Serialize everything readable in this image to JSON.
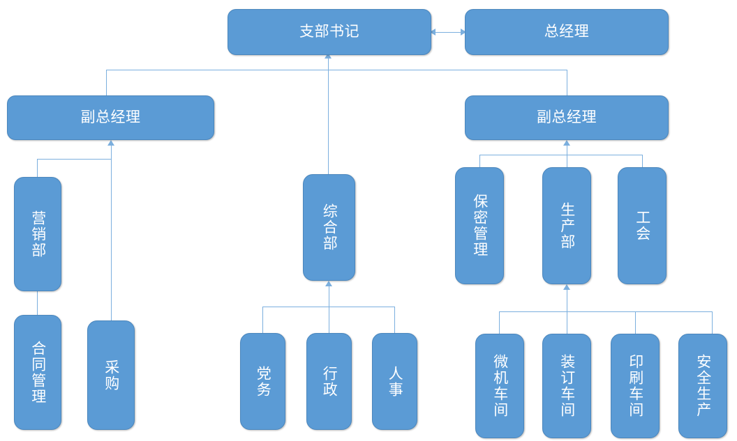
{
  "chart_data": {
    "type": "diagram",
    "diagram_kind": "organizational-chart",
    "title": "",
    "orientation": "top-down",
    "accent_color": "#5B9BD5",
    "connector_color": "#7BAFDE",
    "text_color": "#FFFFFF",
    "nodes": [
      {
        "id": "branch_secretary",
        "label": "支部书记",
        "level": 1,
        "text_orientation": "horizontal"
      },
      {
        "id": "general_manager",
        "label": "总经理",
        "level": 1,
        "text_orientation": "horizontal"
      },
      {
        "id": "deputy_gm_left",
        "label": "副总经理",
        "level": 2,
        "text_orientation": "horizontal"
      },
      {
        "id": "deputy_gm_right",
        "label": "副总经理",
        "level": 2,
        "text_orientation": "horizontal"
      },
      {
        "id": "marketing_dept",
        "label": "营销部",
        "level": 3,
        "text_orientation": "vertical"
      },
      {
        "id": "general_affairs_dept",
        "label": "综合部",
        "level": 3,
        "text_orientation": "vertical"
      },
      {
        "id": "confidentiality_mgmt",
        "label": "保密管理",
        "level": 3,
        "text_orientation": "vertical"
      },
      {
        "id": "production_dept",
        "label": "生产部",
        "level": 3,
        "text_orientation": "vertical"
      },
      {
        "id": "labor_union",
        "label": "工会",
        "level": 3,
        "text_orientation": "vertical"
      },
      {
        "id": "contract_mgmt",
        "label": "合同管理",
        "level": 4,
        "text_orientation": "vertical"
      },
      {
        "id": "procurement",
        "label": "采购",
        "level": 4,
        "text_orientation": "vertical"
      },
      {
        "id": "party_affairs",
        "label": "党务",
        "level": 4,
        "text_orientation": "vertical"
      },
      {
        "id": "administration",
        "label": "行政",
        "level": 4,
        "text_orientation": "vertical"
      },
      {
        "id": "human_resources",
        "label": "人事",
        "level": 4,
        "text_orientation": "vertical"
      },
      {
        "id": "computer_workshop",
        "label": "微机车间",
        "level": 4,
        "text_orientation": "vertical"
      },
      {
        "id": "binding_workshop",
        "label": "装订车间",
        "level": 4,
        "text_orientation": "vertical"
      },
      {
        "id": "printing_workshop",
        "label": "印刷车间",
        "level": 4,
        "text_orientation": "vertical"
      },
      {
        "id": "safety_production",
        "label": "安全生产",
        "level": 4,
        "text_orientation": "vertical"
      }
    ],
    "edges": [
      {
        "from": "branch_secretary",
        "to": "general_manager",
        "style": "double-arrow"
      },
      {
        "from": "deputy_gm_left",
        "to": "branch_secretary",
        "style": "arrow-up"
      },
      {
        "from": "general_affairs_dept",
        "to": "branch_secretary",
        "style": "arrow-up"
      },
      {
        "from": "deputy_gm_right",
        "to": "branch_secretary",
        "style": "arrow-up"
      },
      {
        "from": "marketing_dept",
        "to": "deputy_gm_left",
        "style": "arrow-up"
      },
      {
        "from": "procurement",
        "to": "deputy_gm_left",
        "style": "arrow-up"
      },
      {
        "from": "contract_mgmt",
        "to": "marketing_dept",
        "style": "arrow-up"
      },
      {
        "from": "party_affairs",
        "to": "general_affairs_dept",
        "style": "arrow-up"
      },
      {
        "from": "administration",
        "to": "general_affairs_dept",
        "style": "arrow-up"
      },
      {
        "from": "human_resources",
        "to": "general_affairs_dept",
        "style": "arrow-up"
      },
      {
        "from": "confidentiality_mgmt",
        "to": "deputy_gm_right",
        "style": "arrow-up"
      },
      {
        "from": "production_dept",
        "to": "deputy_gm_right",
        "style": "arrow-up"
      },
      {
        "from": "labor_union",
        "to": "deputy_gm_right",
        "style": "arrow-up"
      },
      {
        "from": "computer_workshop",
        "to": "production_dept",
        "style": "arrow-up"
      },
      {
        "from": "binding_workshop",
        "to": "production_dept",
        "style": "arrow-up"
      },
      {
        "from": "printing_workshop",
        "to": "production_dept",
        "style": "arrow-up"
      },
      {
        "from": "safety_production",
        "to": "production_dept",
        "style": "arrow-up"
      }
    ]
  },
  "org": {
    "level1": {
      "branch_secretary": "支部书记",
      "general_manager": "总经理"
    },
    "level2": {
      "deputy_left": "副总经理",
      "deputy_right": "副总经理"
    },
    "level3": {
      "marketing": "营销部",
      "general_affairs": "综合部",
      "confidentiality": "保密管理",
      "production": "生产部",
      "union": "工会"
    },
    "level4": {
      "contract": "合同管理",
      "procurement": "采购",
      "party_affairs": "党务",
      "administration": "行政",
      "human_resources": "人事",
      "computer_workshop": "微机车间",
      "binding_workshop": "装订车间",
      "printing_workshop": "印刷车间",
      "safety_production": "安全生产"
    }
  }
}
